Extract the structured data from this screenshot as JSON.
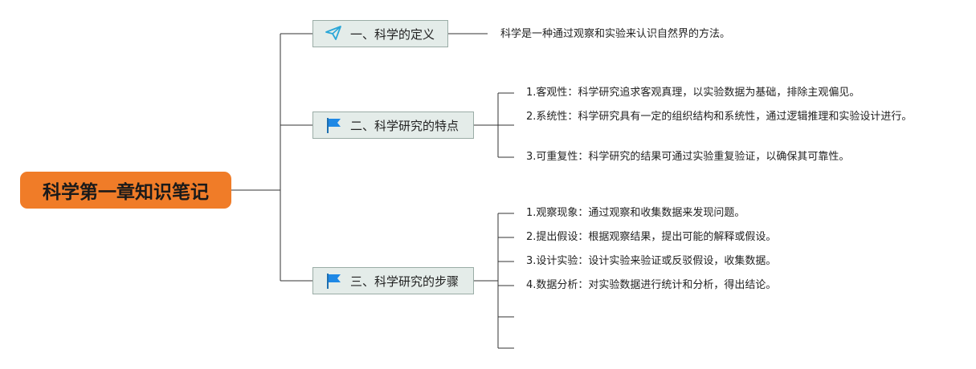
{
  "root": {
    "title": "科学第一章知识笔记"
  },
  "branches": [
    {
      "label": "一、科学的定义",
      "icon": "paper-plane-icon",
      "items": [
        "科学是一种通过观察和实验来认识自然界的方法。"
      ]
    },
    {
      "label": "二、科学研究的特点",
      "icon": "flag-icon",
      "items": [
        "1.客观性：科学研究追求客观真理，以实验数据为基础，排除主观偏见。",
        "2.系统性：科学研究具有一定的组织结构和系统性，通过逻辑推理和实验设计进行。",
        "3.可重复性：科学研究的结果可通过实验重复验证，以确保其可靠性。"
      ]
    },
    {
      "label": "三、科学研究的步骤",
      "icon": "flag-icon",
      "items": [
        "1.观察现象：通过观察和收集数据来发现问题。",
        "2.提出假设：根据观察结果，提出可能的解释或假设。",
        "3.设计实验：设计实验来验证或反驳假设，收集数据。",
        "4.数据分析：对实验数据进行统计和分析，得出结论。",
        "",
        ""
      ]
    }
  ],
  "colors": {
    "root_fill": "#f07c28",
    "branch_fill": "#e4ece9",
    "branch_border": "#9aaca6",
    "connector": "#333333",
    "plane_icon": "#2aa7d8",
    "flag_icon": "#1e88e5"
  }
}
